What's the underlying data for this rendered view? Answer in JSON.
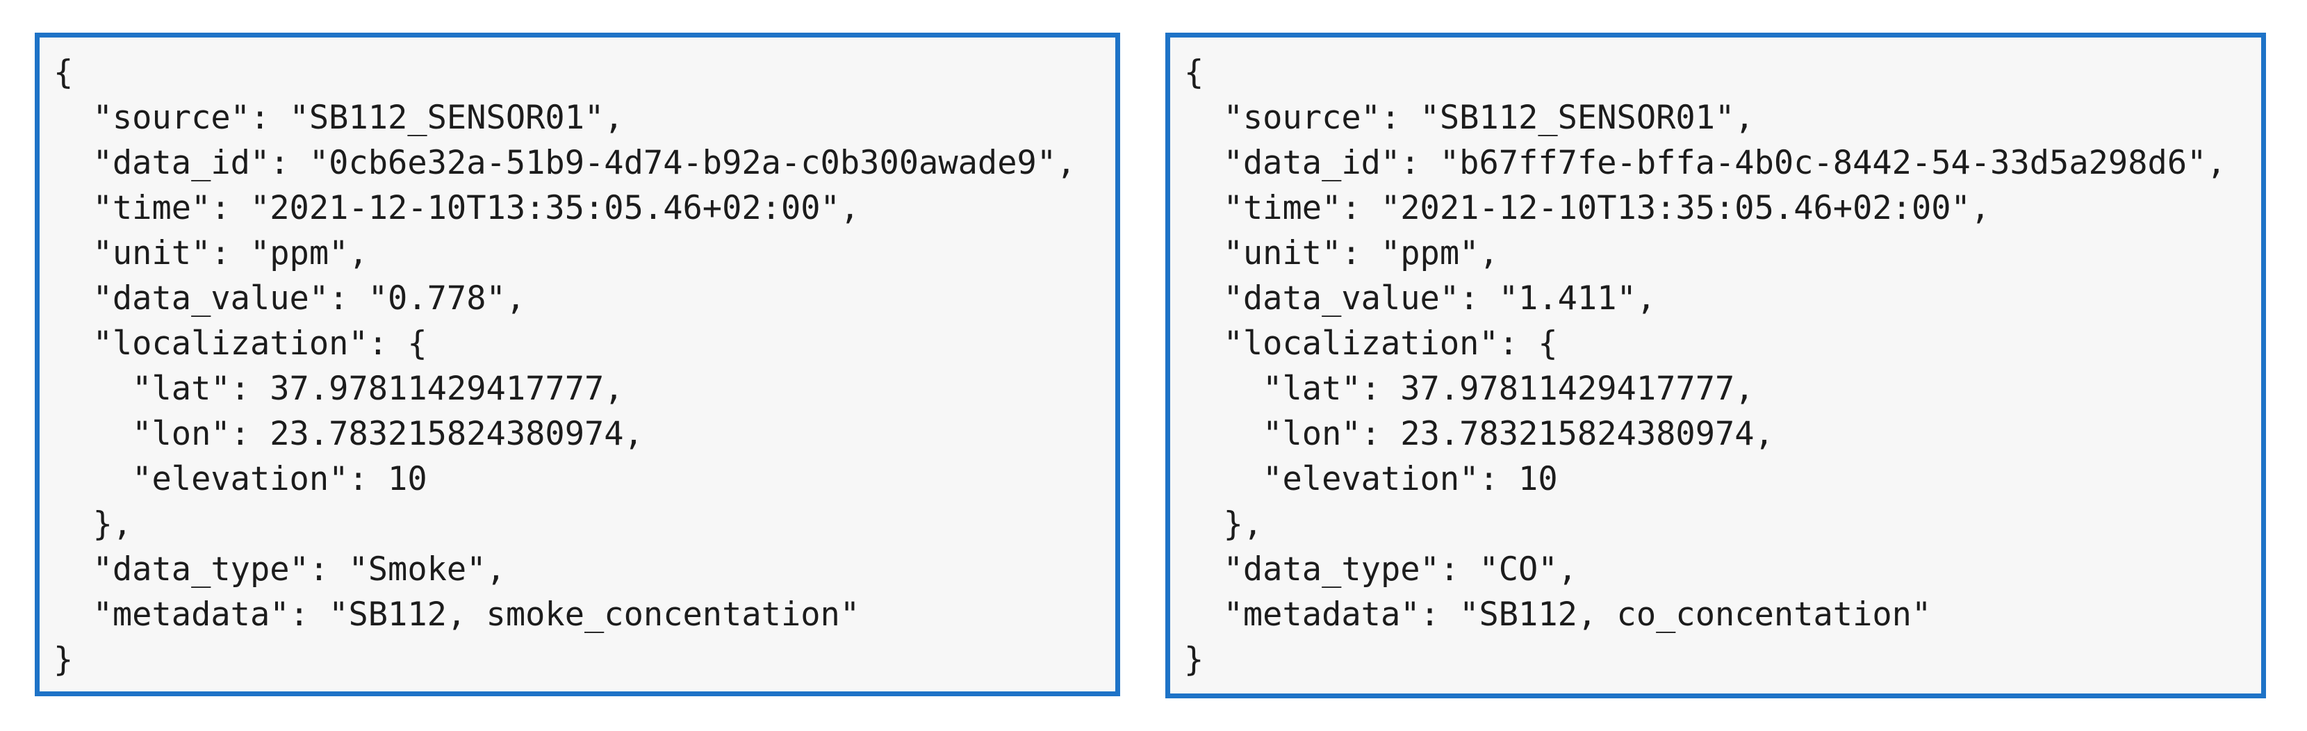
{
  "figure": {
    "description_colors": {
      "panel_border": "#1e73c7",
      "panel_background": "#f7f7f7",
      "code_text": "#1c1c1c",
      "page_background": "#ffffff"
    }
  },
  "panels": [
    {
      "id": "smoke-json-message",
      "lines": [
        "{",
        "  \"source\": \"SB112_SENSOR01\",",
        "  \"data_id\": \"0cb6e32a-51b9-4d74-b92a-c0b300awade9\",",
        "  \"time\": \"2021-12-10T13:35:05.46+02:00\",",
        "  \"unit\": \"ppm\",",
        "  \"data_value\": \"0.778\",",
        "  \"localization\": {",
        "    \"lat\": 37.97811429417777,",
        "    \"lon\": 23.783215824380974,",
        "    \"elevation\": 10",
        "  },",
        "  \"data_type\": \"Smoke\",",
        "  \"metadata\": \"SB112, smoke_concentation\"",
        "}"
      ]
    },
    {
      "id": "co-json-message",
      "lines": [
        "{",
        "  \"source\": \"SB112_SENSOR01\",",
        "  \"data_id\": \"b67ff7fe-bffa-4b0c-8442-54-33d5a298d6\",",
        "  \"time\": \"2021-12-10T13:35:05.46+02:00\",",
        "  \"unit\": \"ppm\",",
        "  \"data_value\": \"1.411\",",
        "  \"localization\": {",
        "    \"lat\": 37.97811429417777,",
        "    \"lon\": 23.783215824380974,",
        "    \"elevation\": 10",
        "  },",
        "  \"data_type\": \"CO\",",
        "  \"metadata\": \"SB112, co_concentation\"",
        "}"
      ]
    }
  ]
}
